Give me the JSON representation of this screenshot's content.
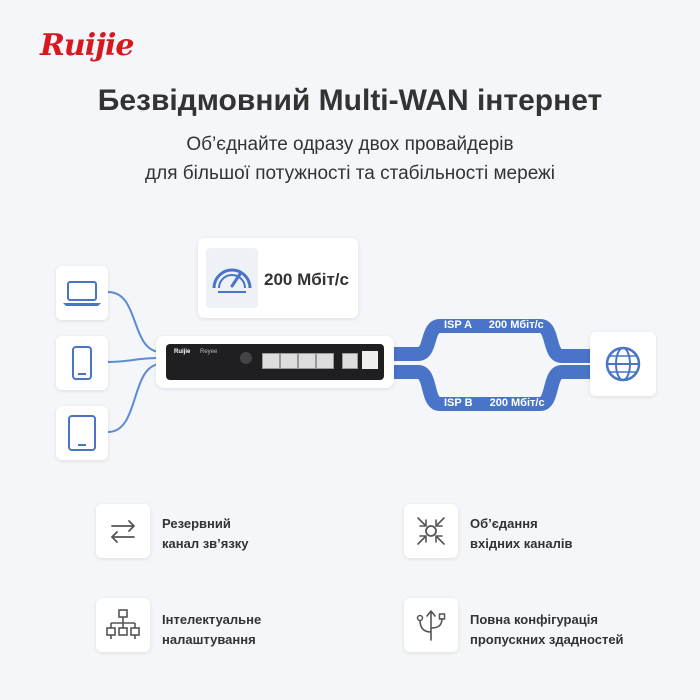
{
  "brand": {
    "logo_text": "Ruijie",
    "color": "#d8181f"
  },
  "header": {
    "title": "Безвідмовний Multi-WAN інтернет",
    "subtitle_line1": "Об’єднайте одразу двох провайдерів",
    "subtitle_line2": "для більшої потужності та стабільності мережі"
  },
  "diagram": {
    "speed": "200 Мбіт/с",
    "devices": [
      "laptop-icon",
      "phone-icon",
      "tablet-icon"
    ],
    "isp_a": {
      "name": "ISP A",
      "speed": "200 Мбіт/с"
    },
    "isp_b": {
      "name": "ISP B",
      "speed": "200 Мбіт/с"
    },
    "router_brand": "Ruijie",
    "router_model": "Reyee",
    "accent_color": "#4a74c7",
    "link_color": "#5b8bd6"
  },
  "features": [
    {
      "icon": "sync-arrows-icon",
      "line1": "Резервний",
      "line2": "канал зв’язку"
    },
    {
      "icon": "aggregate-icon",
      "line1": "Об’єдання",
      "line2": "вхідних каналів"
    },
    {
      "icon": "hierarchy-icon",
      "line1": "Інтелектуальне",
      "line2": "налаштування"
    },
    {
      "icon": "bandwidth-fork-icon",
      "line1": "Повна конфігурація",
      "line2": "пропускних здадностей"
    }
  ]
}
